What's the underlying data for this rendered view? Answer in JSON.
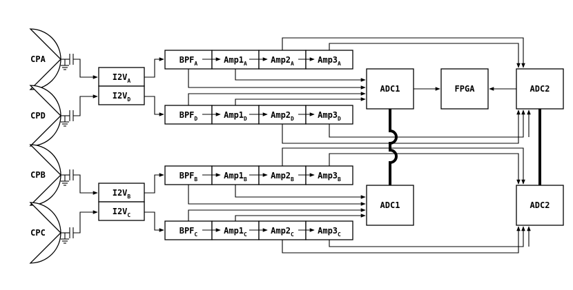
{
  "sensors": {
    "a": "CPA",
    "d": "CPD",
    "b": "CPB",
    "c": "CPC"
  },
  "i2v": {
    "prefix": "I2V",
    "a": "A",
    "d": "D",
    "b": "B",
    "c": "C"
  },
  "chain": {
    "bpf": "BPF",
    "amp1": "Amp1",
    "amp2": "Amp2",
    "amp3": "Amp3",
    "a": "A",
    "d": "D",
    "b": "B",
    "c": "C"
  },
  "blocks": {
    "adc1": "ADC1",
    "adc2": "ADC2",
    "fpga": "FPGA"
  }
}
